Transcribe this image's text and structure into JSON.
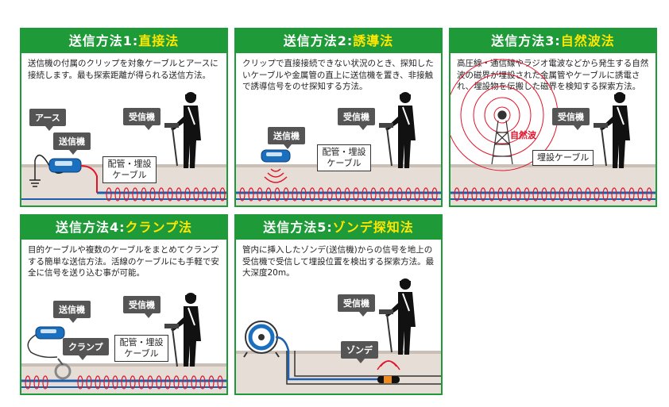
{
  "panels": [
    {
      "title_prefix": "送信方法1:",
      "title_method": "直接法",
      "description": "送信機の付属のクリップを対象ケーブルとアースに接続します。最も探索距離が得られる送信方法。",
      "labels": {
        "earth": "アース",
        "transmitter": "送信機",
        "receiver": "受信機",
        "pipe_cable": "配管・埋設ケーブル"
      }
    },
    {
      "title_prefix": "送信方法2:",
      "title_method": "誘導法",
      "description": "クリップで直接接続できない状況のとき、探知したいケーブルや金属管の直上に送信機を置き、非接触で誘導信号をのせ探知する方法。",
      "labels": {
        "transmitter": "送信機",
        "receiver": "受信機",
        "pipe_cable": "配管・埋設ケーブル"
      }
    },
    {
      "title_prefix": "送信方法3:",
      "title_method": "自然波法",
      "description": "高圧線・通信線やラジオ電波などから発生する自然波の磁界が埋設された金属管やケーブルに誘電され、埋設物を伝搬した磁界を検知する探索方法。",
      "labels": {
        "natural_wave": "自然波",
        "receiver": "受信機",
        "buried_cable": "埋設ケーブル"
      }
    },
    {
      "title_prefix": "送信方法4:",
      "title_method": "クランプ法",
      "description": "目的ケーブルや複数のケーブルをまとめてクランプする簡単な送信方法。活線のケーブルにも手軽で安全に信号を送り込む事が可能。",
      "labels": {
        "transmitter": "送信機",
        "clamp": "クランプ",
        "receiver": "受信機",
        "pipe_cable": "配管・埋設ケーブル"
      }
    },
    {
      "title_prefix": "送信方法5:",
      "title_method": "ゾンデ探知法",
      "description": "管内に挿入したゾンデ(送信機)からの信号を地上の受信機で受信して埋設位置を検出する探索方法。最大深度20m。",
      "labels": {
        "receiver": "受信機",
        "sonde": "ゾンデ"
      }
    }
  ],
  "colors": {
    "header_green": "#1e9b38",
    "title_highlight": "#ffe600",
    "signal_red": "#e3142a",
    "cable_blue": "#1b5fae",
    "callout_gray": "#555555"
  }
}
